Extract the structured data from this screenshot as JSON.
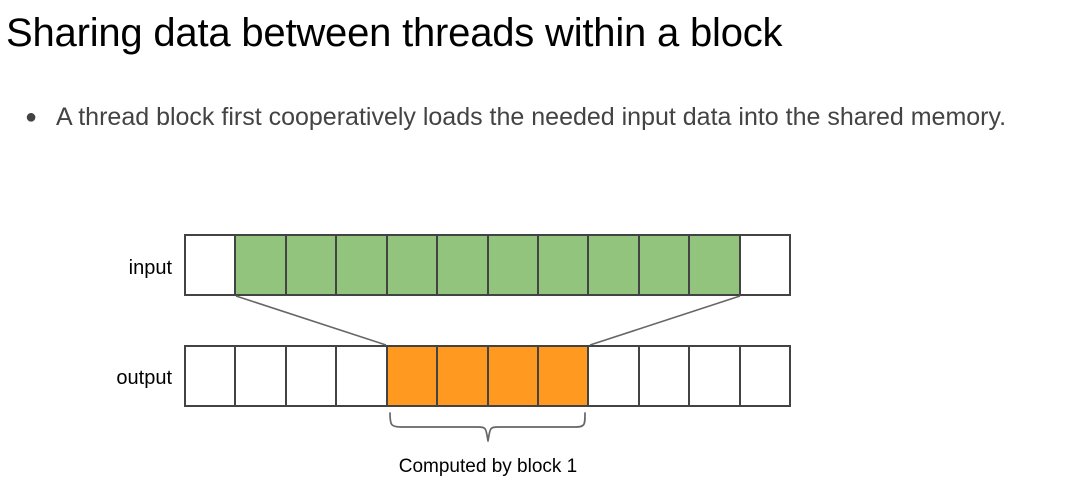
{
  "slide": {
    "title": "Sharing data between threads within a block",
    "bullets": [
      {
        "marker": "●",
        "text": "A thread block first cooperatively loads the needed input data into the shared memory."
      }
    ]
  },
  "diagram": {
    "colors": {
      "green": "#93c47d",
      "orange": "#ff991f",
      "stroke": "#434343",
      "connector": "#666666",
      "text": "#000000",
      "body_text": "#434343"
    },
    "rows": [
      {
        "id": "input",
        "label": "input",
        "cell_count": 12,
        "cells": [
          {
            "index": 0,
            "fill": "white"
          },
          {
            "index": 1,
            "fill": "green"
          },
          {
            "index": 2,
            "fill": "green"
          },
          {
            "index": 3,
            "fill": "green"
          },
          {
            "index": 4,
            "fill": "green"
          },
          {
            "index": 5,
            "fill": "green"
          },
          {
            "index": 6,
            "fill": "green"
          },
          {
            "index": 7,
            "fill": "green"
          },
          {
            "index": 8,
            "fill": "green"
          },
          {
            "index": 9,
            "fill": "green"
          },
          {
            "index": 10,
            "fill": "green"
          },
          {
            "index": 11,
            "fill": "white"
          }
        ],
        "highlight_range": [
          1,
          10
        ],
        "highlight_count": 10
      },
      {
        "id": "output",
        "label": "output",
        "cell_count": 12,
        "cells": [
          {
            "index": 0,
            "fill": "white"
          },
          {
            "index": 1,
            "fill": "white"
          },
          {
            "index": 2,
            "fill": "white"
          },
          {
            "index": 3,
            "fill": "white"
          },
          {
            "index": 4,
            "fill": "orange"
          },
          {
            "index": 5,
            "fill": "orange"
          },
          {
            "index": 6,
            "fill": "orange"
          },
          {
            "index": 7,
            "fill": "orange"
          },
          {
            "index": 8,
            "fill": "white"
          },
          {
            "index": 9,
            "fill": "white"
          },
          {
            "index": 10,
            "fill": "white"
          },
          {
            "index": 11,
            "fill": "white"
          }
        ],
        "highlight_range": [
          4,
          7
        ],
        "highlight_count": 4
      }
    ],
    "connectors": [
      {
        "name": "left-connector",
        "from": "input-cell-1-bottom-left",
        "to": "output-cell-4-top-left"
      },
      {
        "name": "right-connector",
        "from": "input-cell-10-bottom-right",
        "to": "output-cell-7-top-right"
      }
    ],
    "brace": {
      "name": "computed-by-block-brace",
      "span_cells": [
        4,
        7
      ],
      "caption": "Computed by block 1"
    }
  }
}
